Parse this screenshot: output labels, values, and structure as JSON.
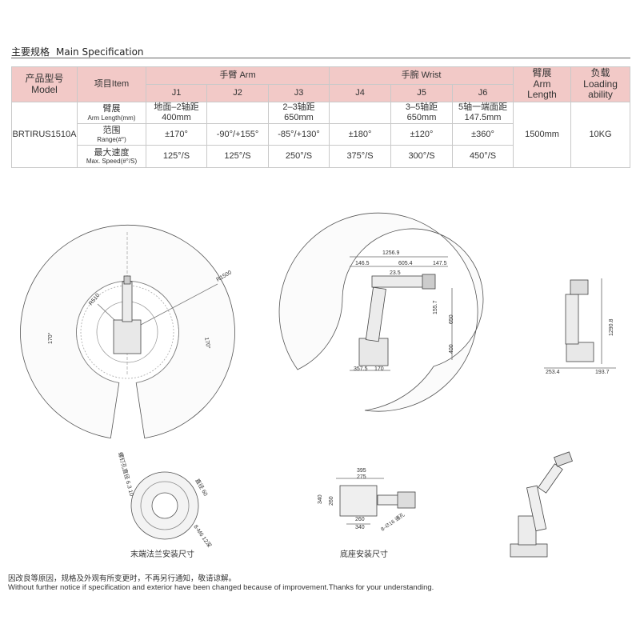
{
  "section": {
    "title_cn": "主要规格",
    "title_en": "Main Specification"
  },
  "table": {
    "h_model_cn": "产品型号",
    "h_model_en": "Model",
    "h_item": "项目Item",
    "h_arm": "手臂 Arm",
    "h_wrist": "手腕 Wrist",
    "h_reach_cn": "臂展",
    "h_reach_en1": "Arm",
    "h_reach_en2": "Length",
    "h_load_cn": "负载",
    "h_load_en1": "Loading",
    "h_load_en2": "ability",
    "axes": [
      "J1",
      "J2",
      "J3",
      "J4",
      "J5",
      "J6"
    ],
    "model": "BRTIRUS1510A",
    "row1": {
      "label_cn": "臂展",
      "label_en": "Arm Length(mm)",
      "cells": [
        [
          "地面–2轴距",
          "400mm"
        ],
        [
          "",
          ""
        ],
        [
          "2–3轴距",
          "650mm"
        ],
        [
          "",
          ""
        ],
        [
          "3–5轴距",
          "650mm"
        ],
        [
          "5轴一端面距",
          "147.5mm"
        ]
      ]
    },
    "row2": {
      "label_cn": "范围",
      "label_en": "Range(#°)",
      "cells": [
        "±170°",
        "-90°/+155°",
        "-85°/+130°",
        "±180°",
        "±120°",
        "±360°"
      ]
    },
    "row3": {
      "label_cn": "最大速度",
      "label_en": "Max. Speed(#°/S)",
      "cells": [
        "125°/S",
        "125°/S",
        "250°/S",
        "375°/S",
        "300°/S",
        "450°/S"
      ]
    },
    "reach": "1500mm",
    "load": "10KG"
  },
  "drawings": {
    "top_view": {
      "r_outer": "R1500",
      "r_inner": "R510",
      "angle_left": "170°",
      "angle_right": "170°"
    },
    "side_view": {
      "d_total": "1256.9",
      "d_146": "146.5",
      "d_605": "605.4",
      "d_147": "147.5",
      "d_23": "23.5",
      "d_155": "155.7",
      "d_650": "650",
      "d_400": "400",
      "d_357": "357.5",
      "d_170": "170"
    },
    "front_view": {
      "d_height": "1290.8",
      "d_253": "253.4",
      "d_193": "193.7"
    },
    "flange": {
      "l_bolt": "螺钉孔直径 6.3 10",
      "l_dia": "直径 60",
      "l_m6": "8-M6 12深"
    },
    "base": {
      "d_395": "395",
      "d_275": "275",
      "d_340": "340",
      "d_260": "260",
      "d_260b": "260",
      "d_340b": "340",
      "d_holes": "8-∅16 通孔"
    }
  },
  "captions": {
    "flange": "末端法兰安装尺寸",
    "base": "底座安装尺寸"
  },
  "footer": {
    "cn": "因改良等原因，规格及外观有所变更时，不再另行通知，敬请谅解。",
    "en": "Without further notice if specification and exterior have been changed because of improvement.Thanks for your understanding."
  }
}
